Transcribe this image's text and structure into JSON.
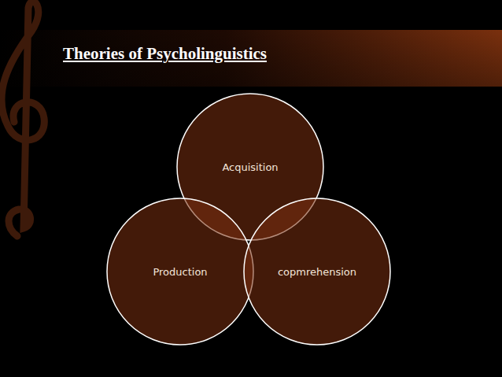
{
  "diagram": {
    "title": "Theories of Psycholinguistics",
    "nodes": [
      {
        "text": [
          "Acquisition"
        ]
      },
      {
        "text": [
          "Production"
        ]
      },
      {
        "text": [
          "copmrehension"
        ]
      }
    ]
  }
}
